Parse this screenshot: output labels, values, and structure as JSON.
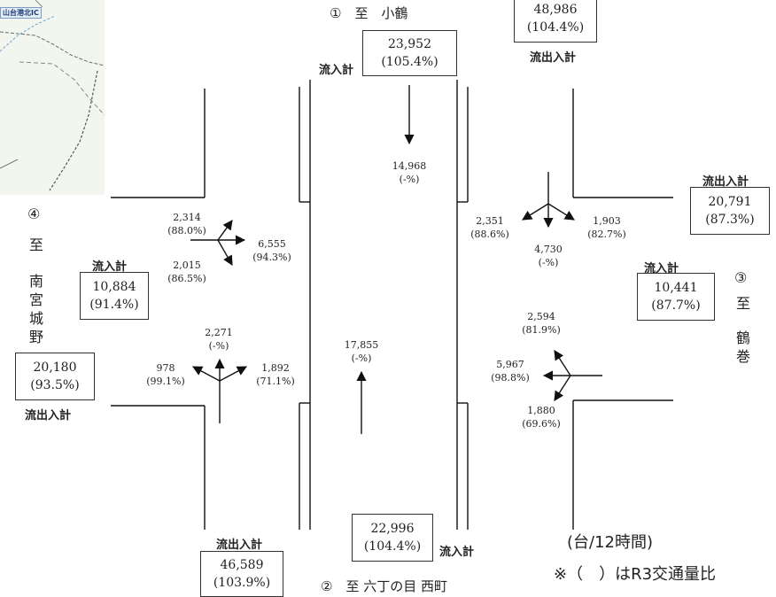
{
  "map_inset": {
    "ic_label": "山台港北IC"
  },
  "north": {
    "destination": "①　至　小鶴",
    "inflow": {
      "label": "流入計",
      "value": "23,952",
      "ratio": "(105.4%)"
    },
    "total": {
      "label": "流出入計",
      "value": "48,986",
      "ratio": "(104.4%)"
    },
    "through": {
      "value": "14,968",
      "ratio": "(-%)"
    }
  },
  "south": {
    "destination": "②　至 六丁の目 西町",
    "inflow": {
      "label": "流入計",
      "value": "22,996",
      "ratio": "(104.4%)"
    },
    "total": {
      "label": "流出入計",
      "value": "46,589",
      "ratio": "(103.9%)"
    },
    "through": {
      "value": "17,855",
      "ratio": "(-%)"
    }
  },
  "east": {
    "number": "③",
    "dest_chars": [
      "至",
      "鶴",
      "巻"
    ],
    "inflow": {
      "label": "流入計",
      "value": "10,441",
      "ratio": "(87.7%)"
    },
    "total": {
      "label": "流出入計",
      "value": "20,791",
      "ratio": "(87.3%)"
    }
  },
  "west": {
    "number": "④",
    "dest_chars": [
      "至",
      "南",
      "宮",
      "城",
      "野"
    ],
    "inflow": {
      "label": "流入計",
      "value": "10,884",
      "ratio": "(91.4%)"
    },
    "total": {
      "label": "流出入計",
      "value": "20,180",
      "ratio": "(93.5%)"
    }
  },
  "flows": {
    "west_left": {
      "value": "2,314",
      "ratio": "(88.0%)"
    },
    "west_right": {
      "value": "2,015",
      "ratio": "(86.5%)"
    },
    "west_straight": {
      "value": "6,555",
      "ratio": "(94.3%)"
    },
    "north_left": {
      "value": "1,903",
      "ratio": "(82.7%)"
    },
    "north_right": {
      "value": "2,351",
      "ratio": "(88.6%)"
    },
    "north_straight": {
      "value": "4,730",
      "ratio": "(-%)"
    },
    "east_left": {
      "value": "1,880",
      "ratio": "(69.6%)"
    },
    "east_right": {
      "value": "2,594",
      "ratio": "(81.9%)"
    },
    "east_straight": {
      "value": "5,967",
      "ratio": "(98.8%)"
    },
    "south_left": {
      "value": "978",
      "ratio": "(99.1%)"
    },
    "south_right": {
      "value": "1,892",
      "ratio": "(71.1%)"
    },
    "south_straight": {
      "value": "2,271",
      "ratio": "(-%)"
    }
  },
  "legend": {
    "unit": "(台/12時間)",
    "note": "※（　）はR3交通量比"
  }
}
